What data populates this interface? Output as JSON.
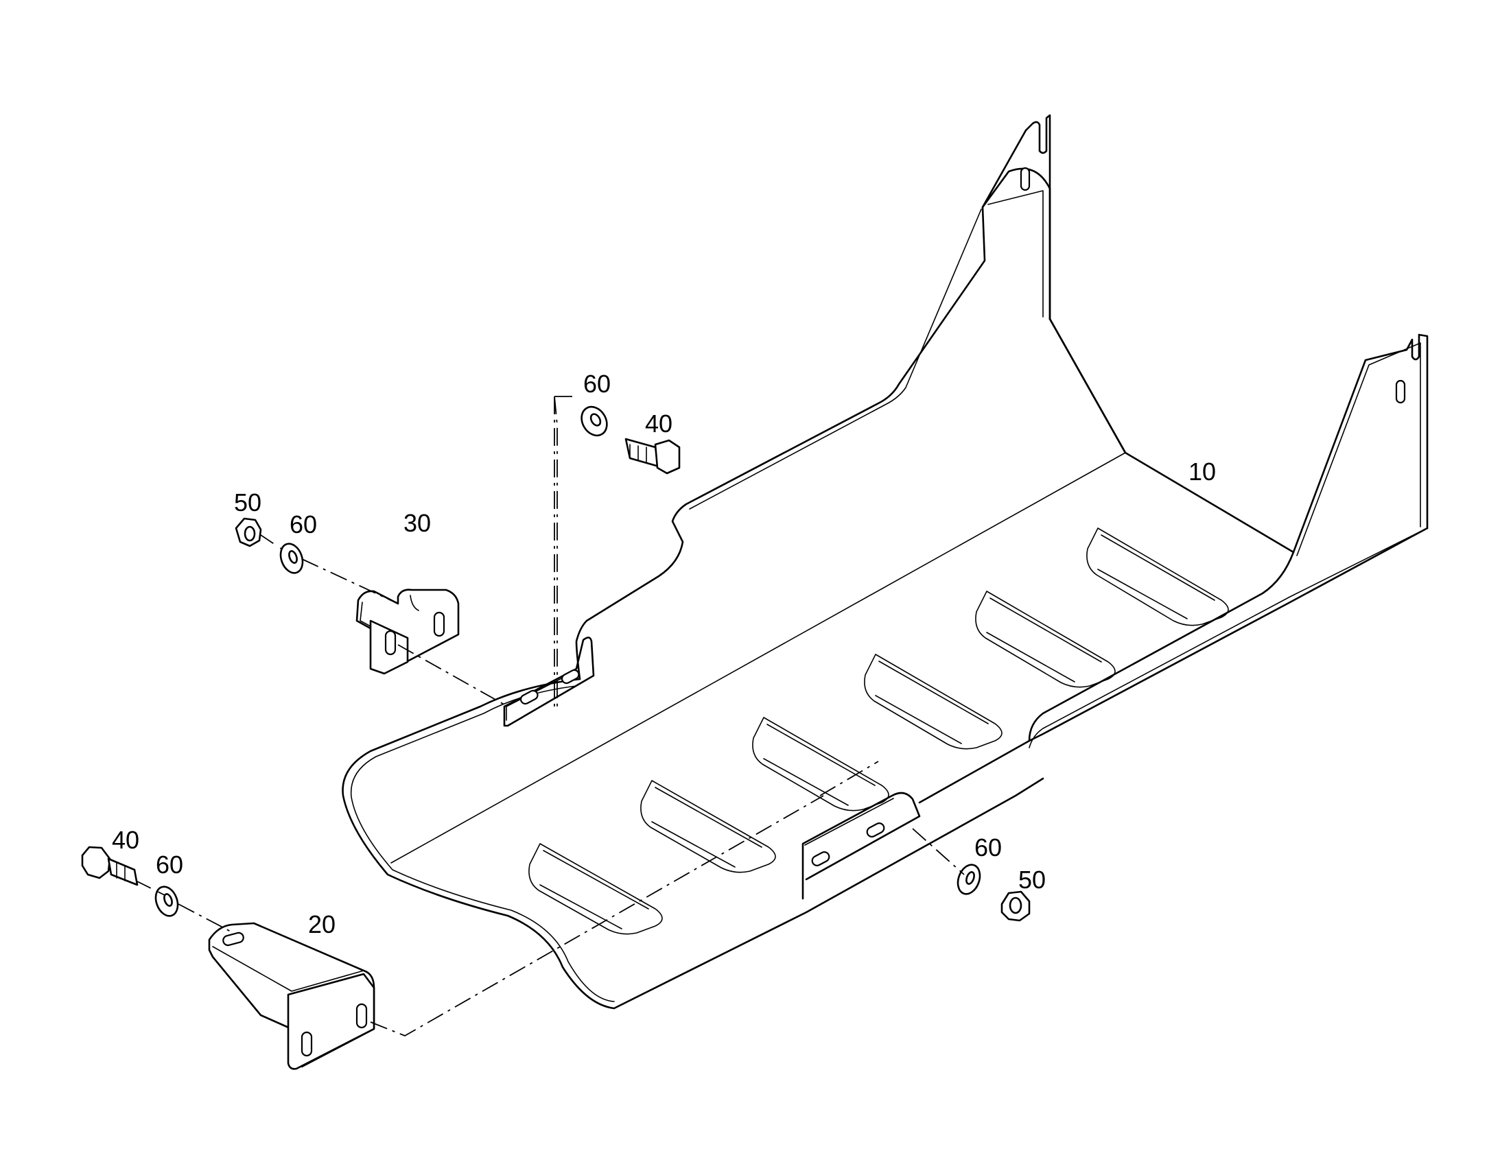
{
  "callouts": {
    "skid_plate": "10",
    "bracket_front": "20",
    "bracket_rear": "30",
    "bolt_upper": "40",
    "bolt_lower": "40",
    "nut_left": "50",
    "nut_right": "50",
    "washer_upper": "60",
    "washer_left": "60",
    "washer_lower_left": "60",
    "washer_right": "60"
  }
}
